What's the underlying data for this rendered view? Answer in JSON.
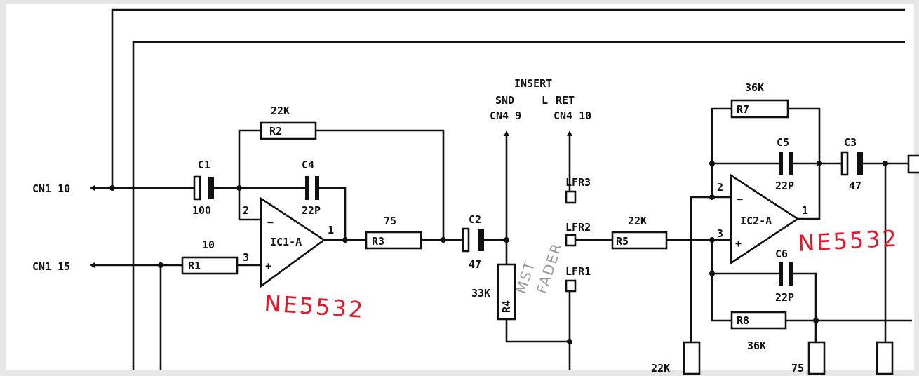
{
  "connectors": {
    "cn1_10": "CN1 10",
    "cn1_15": "CN1 15",
    "insert": "INSERT",
    "snd": "SND",
    "l": "L",
    "ret": "RET",
    "cn4_9": "CN4 9",
    "cn4_10": "CN4 10"
  },
  "components": {
    "r1": {
      "ref": "R1",
      "value": "10"
    },
    "r2": {
      "ref": "R2",
      "value": "22K"
    },
    "r3": {
      "ref": "R3",
      "value": "75"
    },
    "r4": {
      "ref": "R4",
      "value": "33K"
    },
    "r5": {
      "ref": "R5",
      "value": "22K"
    },
    "r7": {
      "ref": "R7",
      "value": "36K"
    },
    "r8": {
      "ref": "R8",
      "value": "36K"
    },
    "c1": {
      "ref": "C1",
      "value": "100"
    },
    "c2": {
      "ref": "C2",
      "value": "47"
    },
    "c3": {
      "ref": "C3",
      "value": "47"
    },
    "c4": {
      "ref": "C4",
      "value": "22P"
    },
    "c5": {
      "ref": "C5",
      "value": "22P"
    },
    "c6": {
      "ref": "C6",
      "value": "22P"
    },
    "ic1": {
      "ref": "IC1-A",
      "pin_inv": "2",
      "pin_noninv": "3",
      "pin_out": "1"
    },
    "ic2": {
      "ref": "IC2-A",
      "pin_inv": "2",
      "pin_noninv": "3",
      "pin_out": "1"
    },
    "lfr1": "LFR1",
    "lfr2": "LFR2",
    "lfr3": "LFR3",
    "r_bottom1": "22K",
    "r_bottom2": "75"
  },
  "annotations": {
    "ic1_part": "NE5532",
    "ic2_part": "NE5532",
    "fader_line1": "MST",
    "fader_line2": "FADER"
  },
  "colors": {
    "ink": "#111111",
    "annotation_red": "#e0192c",
    "pencil_grey": "#9a9a9a"
  }
}
